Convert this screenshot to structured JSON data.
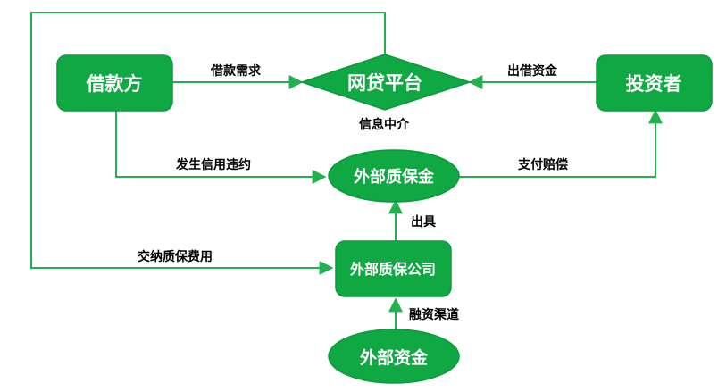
{
  "colors": {
    "node_fill": "#0fa843",
    "node_stroke": "#0d9a3c",
    "edge": "#22b14c",
    "text_on_node": "#ffffff",
    "label": "#000000"
  },
  "nodes": {
    "borrower": "借款方",
    "platform": "网贷平台",
    "investor": "投资者",
    "guarantee_fund": "外部质保金",
    "guarantee_company": "外部质保公司",
    "external_funds": "外部资金"
  },
  "edge_labels": {
    "borrowing_demand": "借款需求",
    "lending_funds": "出借资金",
    "info_intermediary": "信息中介",
    "default_occurs": "发生信用违约",
    "pay_compensation": "支付赔偿",
    "issue": "出具",
    "pay_guarantee_fee": "交纳质保费用",
    "financing_channel": "融资渠道"
  }
}
